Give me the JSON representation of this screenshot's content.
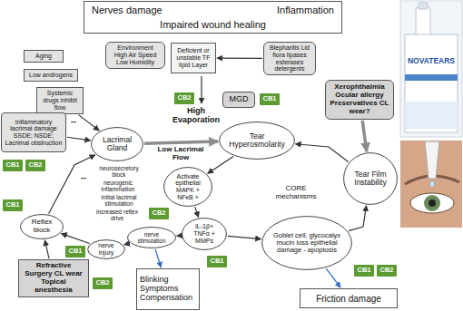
{
  "diagram": {
    "nodes": [
      {
        "text": [
          "Nerves damage",
          "Inflammation",
          "Impaired wound healing"
        ]
      },
      {
        "text": [
          "Aging"
        ]
      },
      {
        "text": [
          "Low androgens"
        ]
      },
      {
        "text": [
          "Environment",
          "High Air Speed Low Humidity"
        ]
      },
      {
        "text": [
          "Deficient or unstable TF lipid Layer"
        ]
      },
      {
        "text": [
          "Blepharitis Lid flora lipases esterases detergents"
        ]
      },
      {
        "text": [
          "Systemic drugs inhibit flow"
        ]
      },
      {
        "text": [
          "CB2"
        ]
      },
      {
        "text": [
          "MGD"
        ]
      },
      {
        "text": [
          "CB1"
        ]
      },
      {
        "text": [
          "Xerophthalmia Ocular allergy Preservatives CL wear?"
        ]
      },
      {
        "text": [
          "Inflammatory lacrimal damage SSDE; NSDE; Lacrimal obstruction"
        ]
      },
      {
        "text": [
          "Tear Hyperosmolarity"
        ]
      },
      {
        "text": [
          "Lacrimal Gland"
        ]
      },
      {
        "text": [
          "CB1"
        ]
      },
      {
        "text": [
          "CB2"
        ]
      },
      {
        "text": [
          "Activate epithelial MAPK + NFκB +"
        ]
      },
      {
        "text": [
          "Tear Film Instability"
        ]
      },
      {
        "text": [
          "CB1"
        ]
      },
      {
        "text": [
          "CB2"
        ]
      },
      {
        "text": [
          "Reflex block"
        ]
      },
      {
        "text": [
          "IL-1β+ TNFα + MMPs"
        ]
      },
      {
        "text": [
          "nerve stimulation"
        ]
      },
      {
        "text": [
          "nerve injury"
        ]
      },
      {
        "text": [
          "Goblet cell, glycocalyx mucin loss epithelial damage - apoptosis"
        ]
      },
      {
        "text": [
          "CB1"
        ]
      },
      {
        "text": [
          "CB1"
        ]
      },
      {
        "text": [
          "CB1"
        ]
      },
      {
        "text": [
          "CB2"
        ]
      },
      {
        "text": [
          "Refractive Surgery CL wear Topical anesthesia"
        ]
      },
      {
        "text": [
          "Blinking Symptoms Compensation"
        ]
      },
      {
        "text": [
          "CB2"
        ]
      },
      {
        "text": [
          "Friction damage"
        ]
      }
    ],
    "edges": [
      {
        "from": 5,
        "to": 4,
        "arrow": "to"
      },
      {
        "from": 6,
        "to": 13,
        "arrow": "to"
      },
      {
        "from": 11,
        "to": 13,
        "arrow": "to"
      },
      {
        "from": 13,
        "to": 12,
        "arrow": "to"
      },
      {
        "from": 10,
        "to": 17,
        "arrow": "to"
      },
      {
        "from": 17,
        "to": 12,
        "arrow": "to"
      },
      {
        "from": 12,
        "to": 16,
        "arrow": "to"
      },
      {
        "from": 16,
        "to": 21,
        "arrow": "to"
      },
      {
        "from": 21,
        "to": 24,
        "arrow": "to"
      },
      {
        "from": 24,
        "to": 17,
        "arrow": "to"
      },
      {
        "from": 24,
        "to": 32,
        "arrow": "to"
      },
      {
        "from": 21,
        "to": 22,
        "arrow": "to"
      },
      {
        "from": 22,
        "to": 23,
        "arrow": "to"
      },
      {
        "from": 22,
        "to": 30,
        "arrow": "to"
      },
      {
        "from": 23,
        "to": 20,
        "arrow": "to"
      },
      {
        "from": 20,
        "to": 13,
        "arrow": "to"
      },
      {
        "from": 29,
        "to": 20,
        "arrow": "to"
      }
    ],
    "labels": [
      "High Evaporation",
      "Low Lacrimal Flow",
      "CORE mechanisms",
      "--",
      "neurosecretory block",
      "--",
      "neurogenic inflammation",
      "initial lacrimal stimulation",
      "increased reflex drive",
      "NOVATEARS"
    ]
  }
}
